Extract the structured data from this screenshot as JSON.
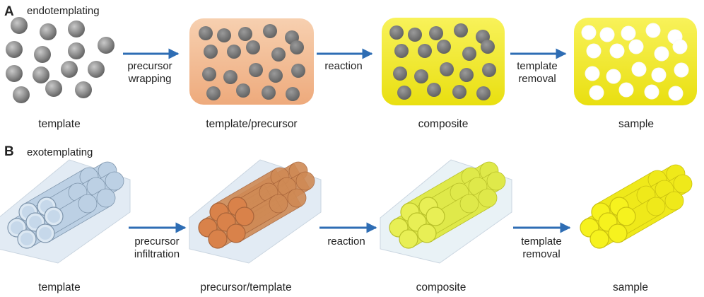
{
  "panel_a": {
    "letter": "A",
    "title": "endotemplating",
    "captions": [
      "template",
      "template/precursor",
      "composite",
      "sample"
    ],
    "arrows": [
      {
        "line1": "precursor",
        "line2": "wrapping"
      },
      {
        "line1": "reaction",
        "line2": ""
      },
      {
        "line1": "template",
        "line2": "removal"
      }
    ]
  },
  "panel_b": {
    "letter": "B",
    "title": "exotemplating",
    "captions": [
      "template",
      "precursor/template",
      "composite",
      "sample"
    ],
    "arrows": [
      {
        "line1": "precursor",
        "line2": "infiltration"
      },
      {
        "line1": "reaction",
        "line2": ""
      },
      {
        "line1": "template",
        "line2": "removal"
      }
    ]
  },
  "colors": {
    "arrow": "#2e6db4",
    "sphere": "#8a8a8a",
    "precursor_box": "#f2b991",
    "composite_box": "#f4ec2a",
    "template_tube": "#bdd0e3",
    "precursor_tube": "#d4834a",
    "composite_tube": "#e3ec46",
    "sample_tube": "#f2ef12"
  }
}
